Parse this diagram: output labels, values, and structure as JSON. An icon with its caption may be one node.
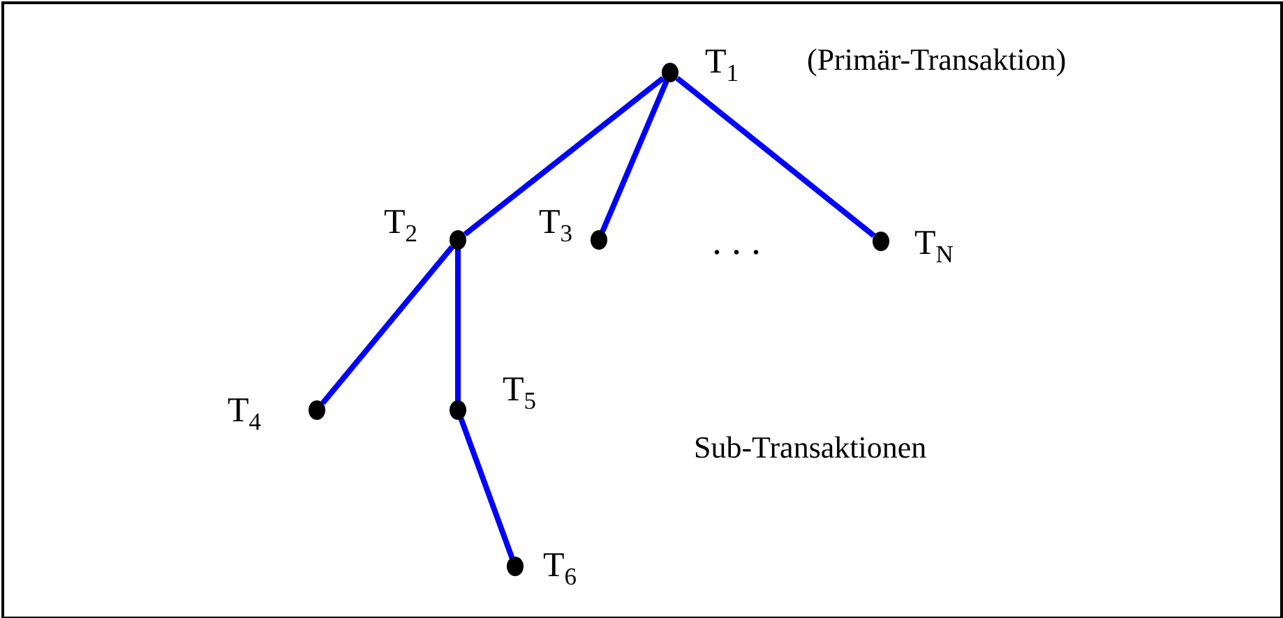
{
  "diagram": {
    "nodes": [
      {
        "text": [
          "T$_{1}$"
        ]
      },
      {
        "text": [
          "T$_{2}$"
        ]
      },
      {
        "text": [
          "T$_{3}$"
        ]
      },
      {
        "text": [
          "T$_{N}$"
        ]
      },
      {
        "text": [
          "T$_{4}$"
        ]
      },
      {
        "text": [
          "T$_{5}$"
        ]
      },
      {
        "text": [
          "T$_{6}$"
        ]
      }
    ],
    "edges": [
      {
        "from": 0,
        "to": 1,
        "arrow": "none"
      },
      {
        "from": 0,
        "to": 2,
        "arrow": "none"
      },
      {
        "from": 0,
        "to": 3,
        "arrow": "none"
      },
      {
        "from": 1,
        "to": 4,
        "arrow": "none"
      },
      {
        "from": 1,
        "to": 5,
        "arrow": "none"
      },
      {
        "from": 5,
        "to": 6,
        "arrow": "none"
      }
    ],
    "labels": [
      "(Primär-Transaktion)",
      ". . .",
      "Sub-Transaktionen"
    ]
  }
}
